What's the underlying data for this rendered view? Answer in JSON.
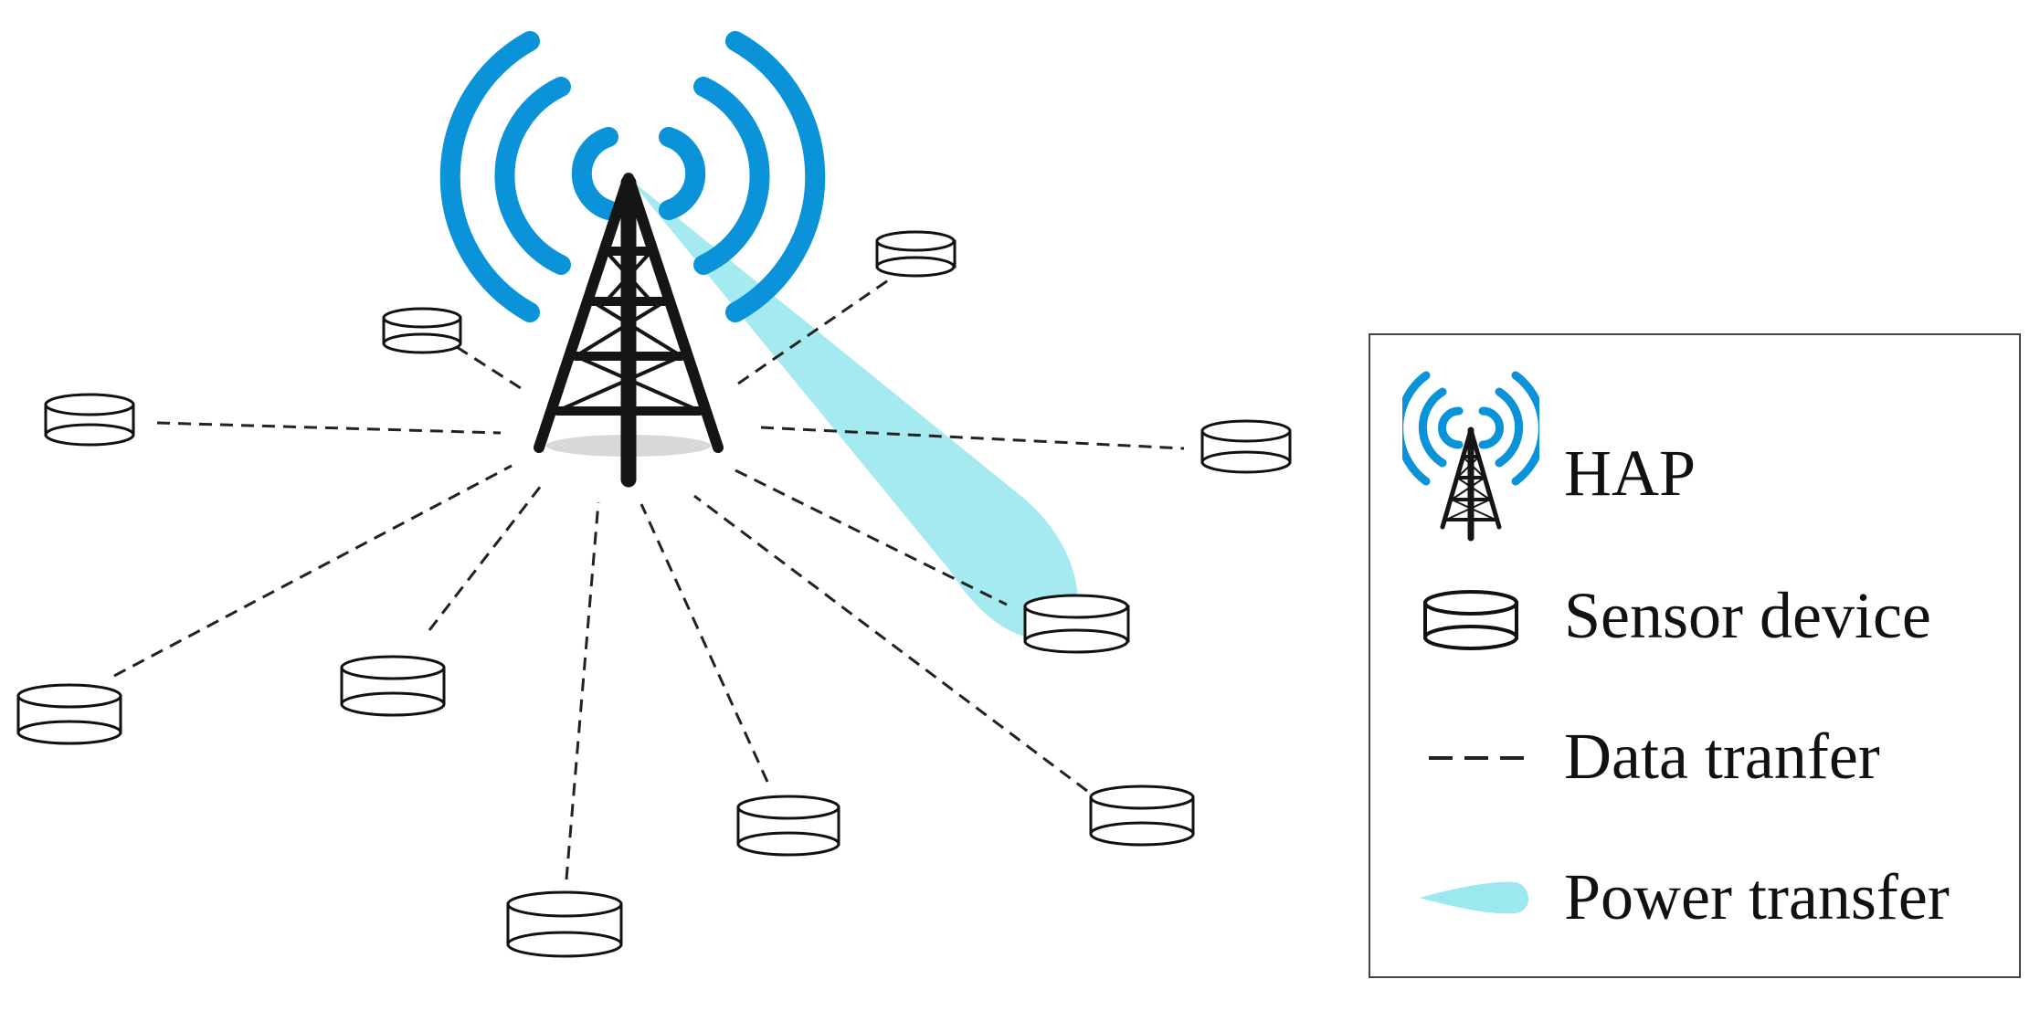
{
  "colors": {
    "wave": "#0b93d9",
    "beam": "#9be8ee",
    "tower": "#151515",
    "device_stroke": "#111111",
    "link": "#222222"
  },
  "icons": {
    "hap": "radio-tower-icon",
    "sensor": "cylinder-icon",
    "data": "dashed-line-icon",
    "power": "teardrop-beam-icon"
  },
  "legend": {
    "hap": "HAP",
    "sensor": "Sensor device",
    "data": "Data tranfer",
    "power": "Power transfer"
  }
}
